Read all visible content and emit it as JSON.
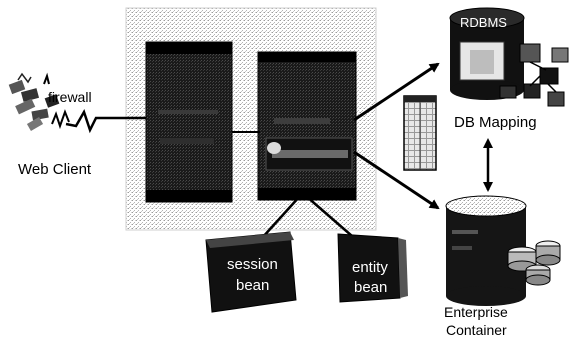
{
  "diagram": {
    "labels": {
      "firewall": "firewall",
      "web_client": "Web Client",
      "rdbms": "RDBMS",
      "db_mapping": "DB Mapping",
      "session_bean_line1": "session",
      "session_bean_line2": "bean",
      "entity_bean_line1": "entity",
      "entity_bean_line2": "bean",
      "enterprise_line1": "Enterprise",
      "enterprise_line2": "Container"
    }
  }
}
